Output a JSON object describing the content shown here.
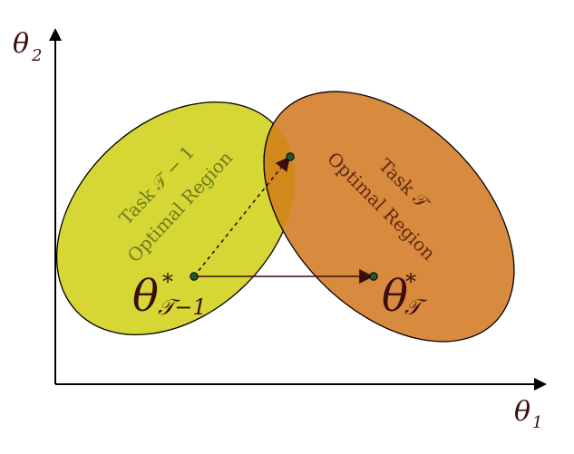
{
  "axes": {
    "x_label": "θ",
    "x_sub": "1",
    "y_label": "θ",
    "y_sub": "2"
  },
  "regions": {
    "previous": {
      "line1": "Task 𝒯 − 1",
      "line2": "Optimal Region",
      "color": "#d6d735",
      "text_color": "#6f7a1e"
    },
    "current": {
      "line1": "Task 𝒯",
      "line2": "Optimal Region",
      "color": "#d88a3f",
      "text_color": "#5f2b12"
    },
    "overlap_color": "#d2891c"
  },
  "points": {
    "previous_opt": {
      "symbol": "θ",
      "superscript": "*",
      "subscript": "𝒯−1"
    },
    "current_opt": {
      "symbol": "θ",
      "superscript": "*",
      "subscript": "𝒯"
    }
  },
  "colors": {
    "label_dark": "#3b0d0d",
    "point_fill": "#1d5a2c",
    "arrow": "#3b0d0d"
  }
}
